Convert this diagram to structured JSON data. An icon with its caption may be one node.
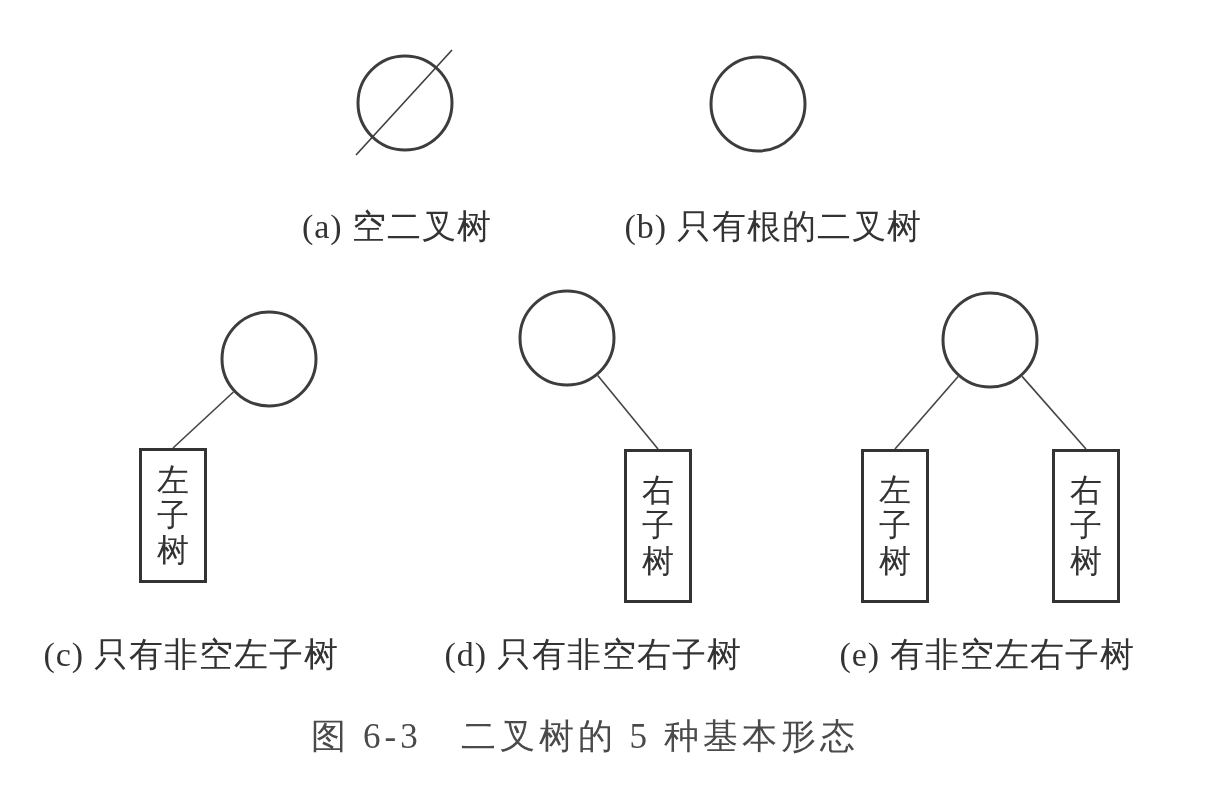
{
  "diagram": {
    "caption": "图 6-3　二叉树的 5 种基本形态",
    "nodes": [
      {
        "text": [],
        "shape": "circle"
      },
      {
        "text": [],
        "shape": "circle"
      },
      {
        "text": [],
        "shape": "circle"
      },
      {
        "text": [
          "左子树"
        ]
      },
      {
        "text": [],
        "shape": "circle"
      },
      {
        "text": [
          "右子树"
        ]
      },
      {
        "text": [],
        "shape": "circle"
      },
      {
        "text": [
          "左子树"
        ]
      },
      {
        "text": [
          "右子树"
        ]
      }
    ],
    "edges": [
      {
        "from": 2,
        "to": 3,
        "arrow": "none"
      },
      {
        "from": 4,
        "to": 5,
        "arrow": "none"
      },
      {
        "from": 6,
        "to": 7,
        "arrow": "none"
      },
      {
        "from": 6,
        "to": 8,
        "arrow": "none"
      }
    ],
    "labels": [
      "(a) 空二叉树",
      "(b) 只有根的二叉树",
      "(c) 只有非空左子树",
      "(d) 只有非空右子树",
      "(e) 有非空左右子树"
    ]
  }
}
